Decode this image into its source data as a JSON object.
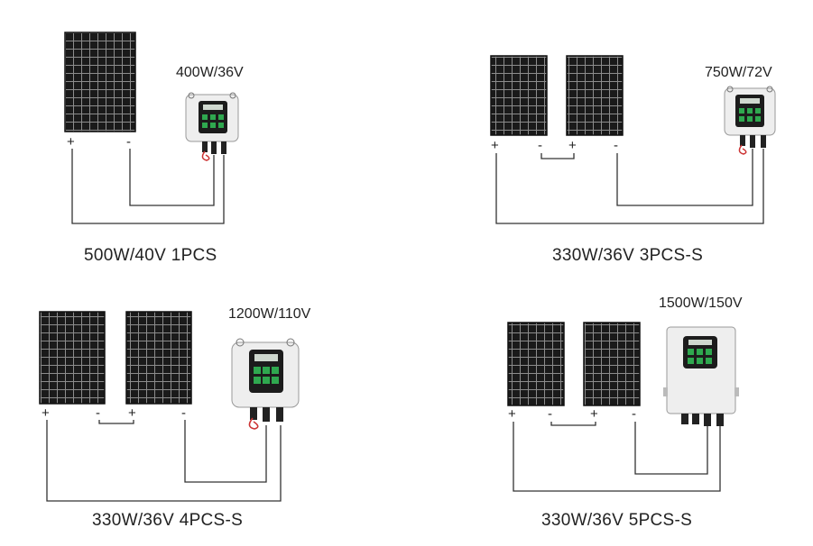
{
  "configs": [
    {
      "caption": "500W/40V 1PCS",
      "rating": "400W/36V",
      "plus": "+",
      "minus": "-"
    },
    {
      "caption": "330W/36V 3PCS-S",
      "rating": "750W/72V",
      "plus": "+",
      "minus": "-"
    },
    {
      "caption": "330W/36V 4PCS-S",
      "rating": "1200W/110V",
      "plus": "+",
      "minus": "-"
    },
    {
      "caption": "330W/36V 5PCS-S",
      "rating": "1500W/150V",
      "plus": "+",
      "minus": "-"
    }
  ],
  "colors": {
    "panel": "#1a1a1a",
    "grid": "#8a8a8a",
    "wire": "#333333",
    "controller_body": "#eeeeee",
    "controller_face": "#1c1c1c",
    "button": "#2fa84f"
  },
  "icons": {
    "panel": "solar-panel-icon",
    "controller": "pump-controller-icon"
  }
}
